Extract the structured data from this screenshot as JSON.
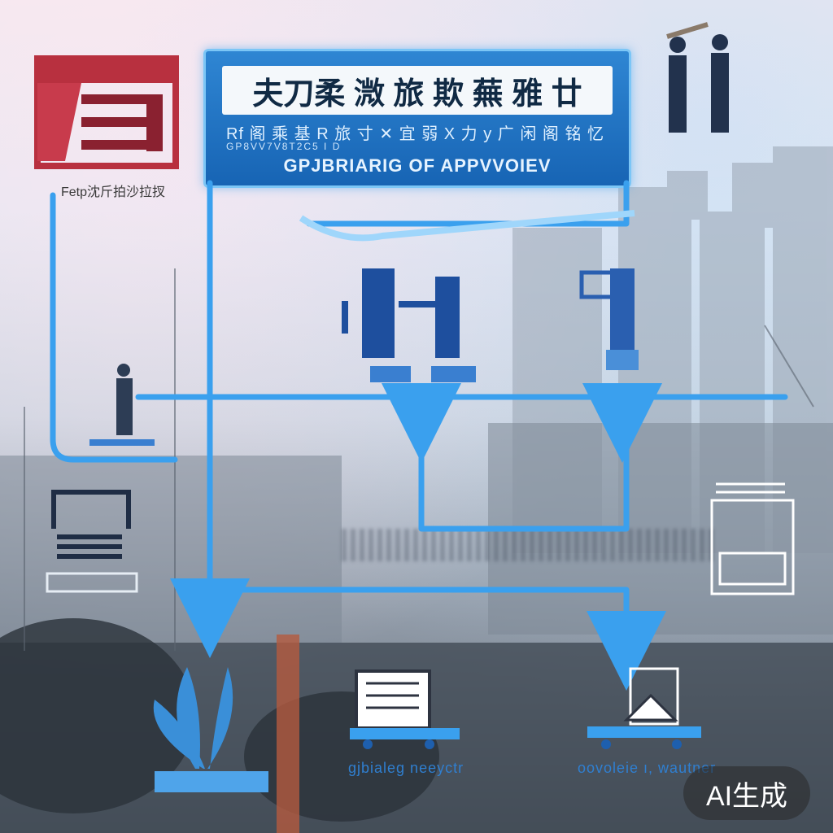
{
  "banner": {
    "title": "夫刀柔 溦 旅 欺 蕪 雅 廿",
    "subtitle": "Rf 阁 乘 基 R 旅 寸 ✕ 宜 弱 X 力 y 广 闲 阁 铭 忆 伢 ...",
    "subtitle_small": "GP8VV7V8T2C5 I D",
    "english": "GPJBRIARIG OF APPVVOIEV"
  },
  "logo": {
    "caption": "Fetp沈斤拍沙拉扠"
  },
  "captions": {
    "left": "gjbialeg neeyctr",
    "right": "oovoleie ı, wautner"
  },
  "badge": {
    "label": "AI生成"
  },
  "colors": {
    "accent": "#3aa0ee",
    "banner": "#1f72c2",
    "logo_red": "#b8303f"
  }
}
